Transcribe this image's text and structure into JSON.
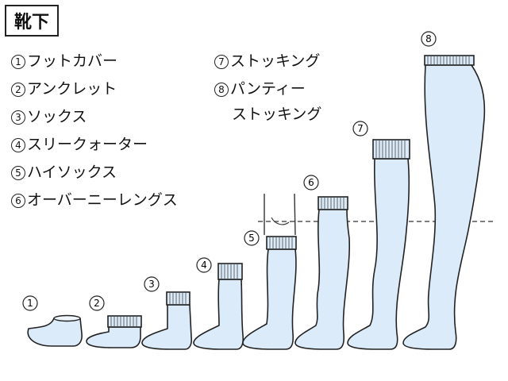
{
  "title": "靴下",
  "legend": [
    {
      "num": "1",
      "label": "フットカバー"
    },
    {
      "num": "2",
      "label": "アンクレット"
    },
    {
      "num": "3",
      "label": "ソックス"
    },
    {
      "num": "4",
      "label": "スリークォーター"
    },
    {
      "num": "5",
      "label": "ハイソックス"
    },
    {
      "num": "6",
      "label": "オーバーニーレングス"
    },
    {
      "num": "7",
      "label": "ストッキング"
    },
    {
      "num": "8",
      "label": "パンティー"
    },
    {
      "num": "8b",
      "label": "ストッキング"
    }
  ],
  "item_labels": [
    "1",
    "2",
    "3",
    "4",
    "5",
    "6",
    "7",
    "8"
  ],
  "colors": {
    "sock_fill": "#dcebfa",
    "outline": "#222222",
    "leg_line": "#333333"
  }
}
